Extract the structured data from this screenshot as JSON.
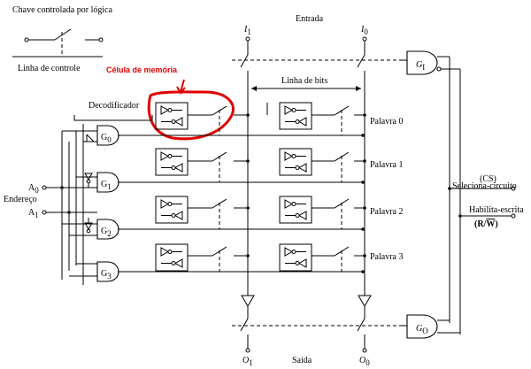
{
  "legend": {
    "switch_title": "Chave controlada por lógica",
    "control_line": "Linha de controle"
  },
  "annotation": {
    "memory_cell": "Célula de memória",
    "highlight_color": "#e00000"
  },
  "decoder": {
    "title": "Decodificador",
    "address_label": "Endereço",
    "inputs": [
      {
        "name": "A",
        "sub": "0"
      },
      {
        "name": "A",
        "sub": "1"
      }
    ],
    "gates": [
      {
        "name": "G",
        "sub": "0"
      },
      {
        "name": "G",
        "sub": "1"
      },
      {
        "name": "G",
        "sub": "2"
      },
      {
        "name": "G",
        "sub": "3"
      }
    ]
  },
  "bus": {
    "input_title": "Entrada",
    "output_title": "Saída",
    "bit_lines": "Linha de bits",
    "inputs": [
      {
        "name": "I",
        "sub": "1"
      },
      {
        "name": "I",
        "sub": "0"
      }
    ],
    "outputs": [
      {
        "name": "O",
        "sub": "1"
      },
      {
        "name": "O",
        "sub": "0"
      }
    ]
  },
  "words": [
    "Palavra 0",
    "Palavra 1",
    "Palavra 2",
    "Palavra 3"
  ],
  "control": {
    "gate_in": {
      "name": "G",
      "sub": "I"
    },
    "gate_out": {
      "name": "G",
      "sub": "O"
    },
    "cs_abbr": "(CS)",
    "chip_select": "Seleciona-circuito",
    "write_enable": "Habilita-escrita",
    "rw_r": "(R/",
    "rw_w": "W",
    "rw_close": ")"
  }
}
